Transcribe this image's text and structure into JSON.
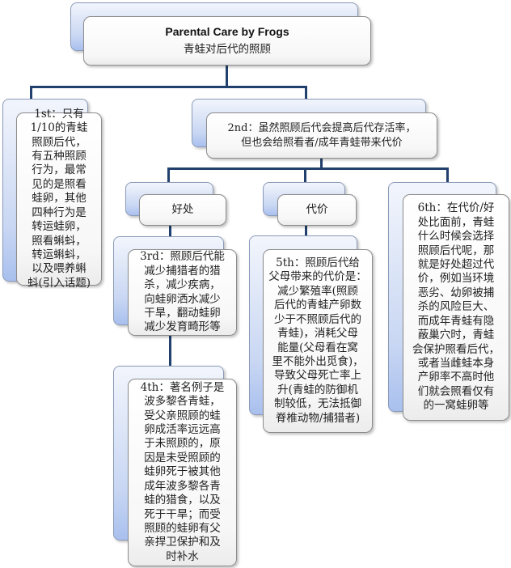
{
  "root": {
    "title": "Parental Care by Frogs",
    "subtitle": "青蛙对后代的照顾"
  },
  "node1": "1st：只有\n1/10的青蛙\n照顾后代，\n有五种照顾\n行为，最常\n见的是照看\n蛙卵，其他\n四种行为是\n转运蛙卵，\n照看蝌蚪，\n转运蝌蚪，\n以及喂养蝌\n蚪(引入话题)",
  "node2": "2nd：虽然照顾后代会提高后代存活率，\n但也会给照看者/成年青蛙带来代价",
  "benefits": "好处",
  "costs": "代价",
  "node3": "3rd：照顾后代能\n减少捕猎者的猎\n杀，减少疾病，\n向蛙卵洒水减少\n干旱，翻动蛙卵\n减少发育畸形等",
  "node4": "4th：著名例子是\n波多黎各青蛙，\n受父亲照顾的蛙\n卵成活率远远高\n于未照顾的，原\n因是未受照顾的\n蛙卵死于被其他\n成年波多黎各青\n蛙的猎食，以及\n死于干旱；而受\n照顾的蛙卵有父\n亲捍卫保护和及\n时补水",
  "node5": "5th：照顾后代给\n父母带来的代价是：\n减少繁殖率(照顾\n后代的青蛙产卵数\n少于不照顾后代的\n青蛙)，消耗父母\n能量(父母看在窝\n里不能外出觅食)，\n导致父母死亡率上\n升(青蛙的防御机\n制较低，无法抵御\n脊椎动物/捕猎者)",
  "node6": "6th：在代价/好\n处比面前，青蛙\n什么时候会选择\n照顾后代呢，那\n就是好处超过代\n价，例如当环境\n恶劣、幼卵被捕\n杀的风险巨大、\n而成年青蛙有隐\n蔽巢穴时，青蛙\n会保护照看后代，\n或者当雌蛙本身\n产卵率不高时他\n们就会照看仅有\n的一窝蛙卵等"
}
